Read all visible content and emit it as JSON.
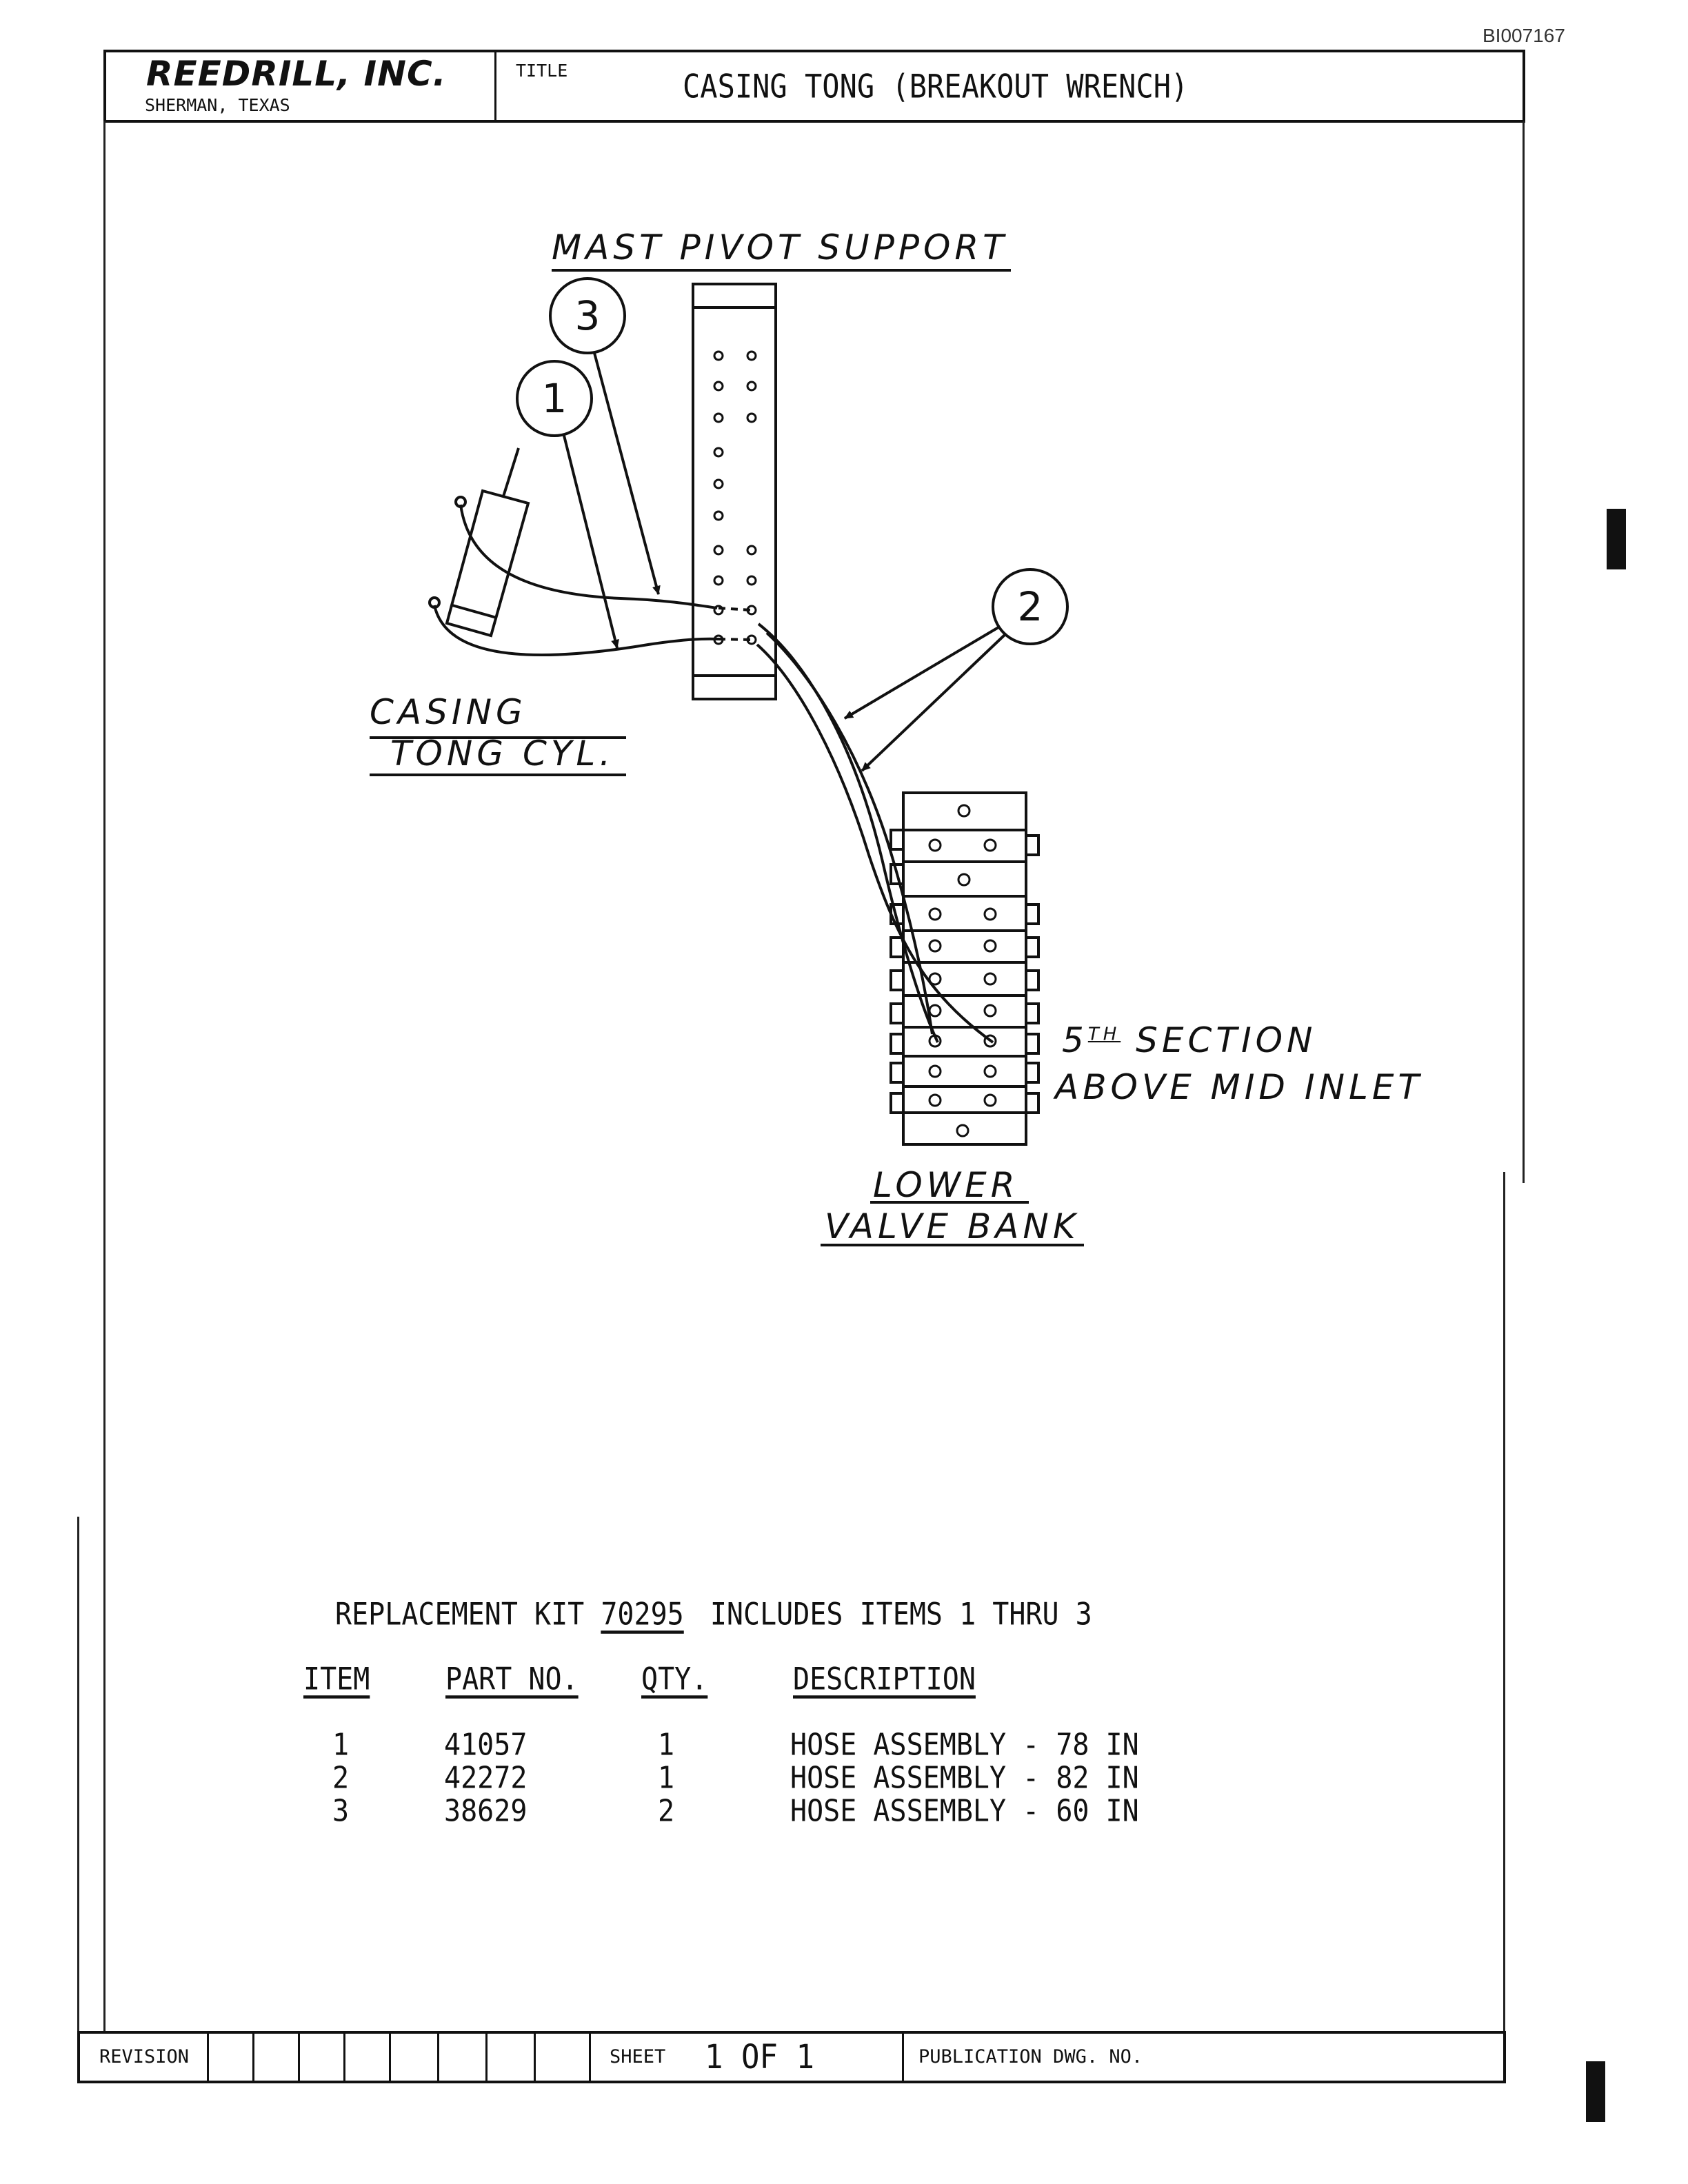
{
  "document_id": "BI007167",
  "title_block": {
    "company": "REEDRILL, INC.",
    "location": "SHERMAN, TEXAS",
    "title_label": "TITLE",
    "title": "CASING TONG (BREAKOUT WRENCH)"
  },
  "diagram": {
    "labels": {
      "mast_pivot_support": "MAST PIVOT SUPPORT",
      "casing_line1": "CASING",
      "casing_line2": "TONG CYL.",
      "section_sup": "TH",
      "section_num": "5",
      "section_word": "SECTION",
      "section_line2": "ABOVE MID INLET",
      "lower_line1": "LOWER",
      "lower_line2": "VALVE BANK"
    },
    "callouts": [
      "1",
      "2",
      "3"
    ]
  },
  "parts": {
    "kit_prefix": "REPLACEMENT KIT",
    "kit_number": "70295",
    "kit_suffix": "INCLUDES ITEMS 1 THRU 3",
    "headers": {
      "item": "ITEM",
      "part_no": "PART NO.",
      "qty": "QTY.",
      "description": "DESCRIPTION"
    },
    "rows": [
      {
        "item": "1",
        "part_no": "41057",
        "qty": "1",
        "description": "HOSE ASSEMBLY - 78 IN"
      },
      {
        "item": "2",
        "part_no": "42272",
        "qty": "1",
        "description": "HOSE ASSEMBLY - 82 IN"
      },
      {
        "item": "3",
        "part_no": "38629",
        "qty": "2",
        "description": "HOSE ASSEMBLY - 60 IN"
      }
    ]
  },
  "bottom_block": {
    "revision_label": "REVISION",
    "sheet_label": "SHEET",
    "sheet_value": "1 OF 1",
    "publication_label": "PUBLICATION DWG. NO."
  }
}
